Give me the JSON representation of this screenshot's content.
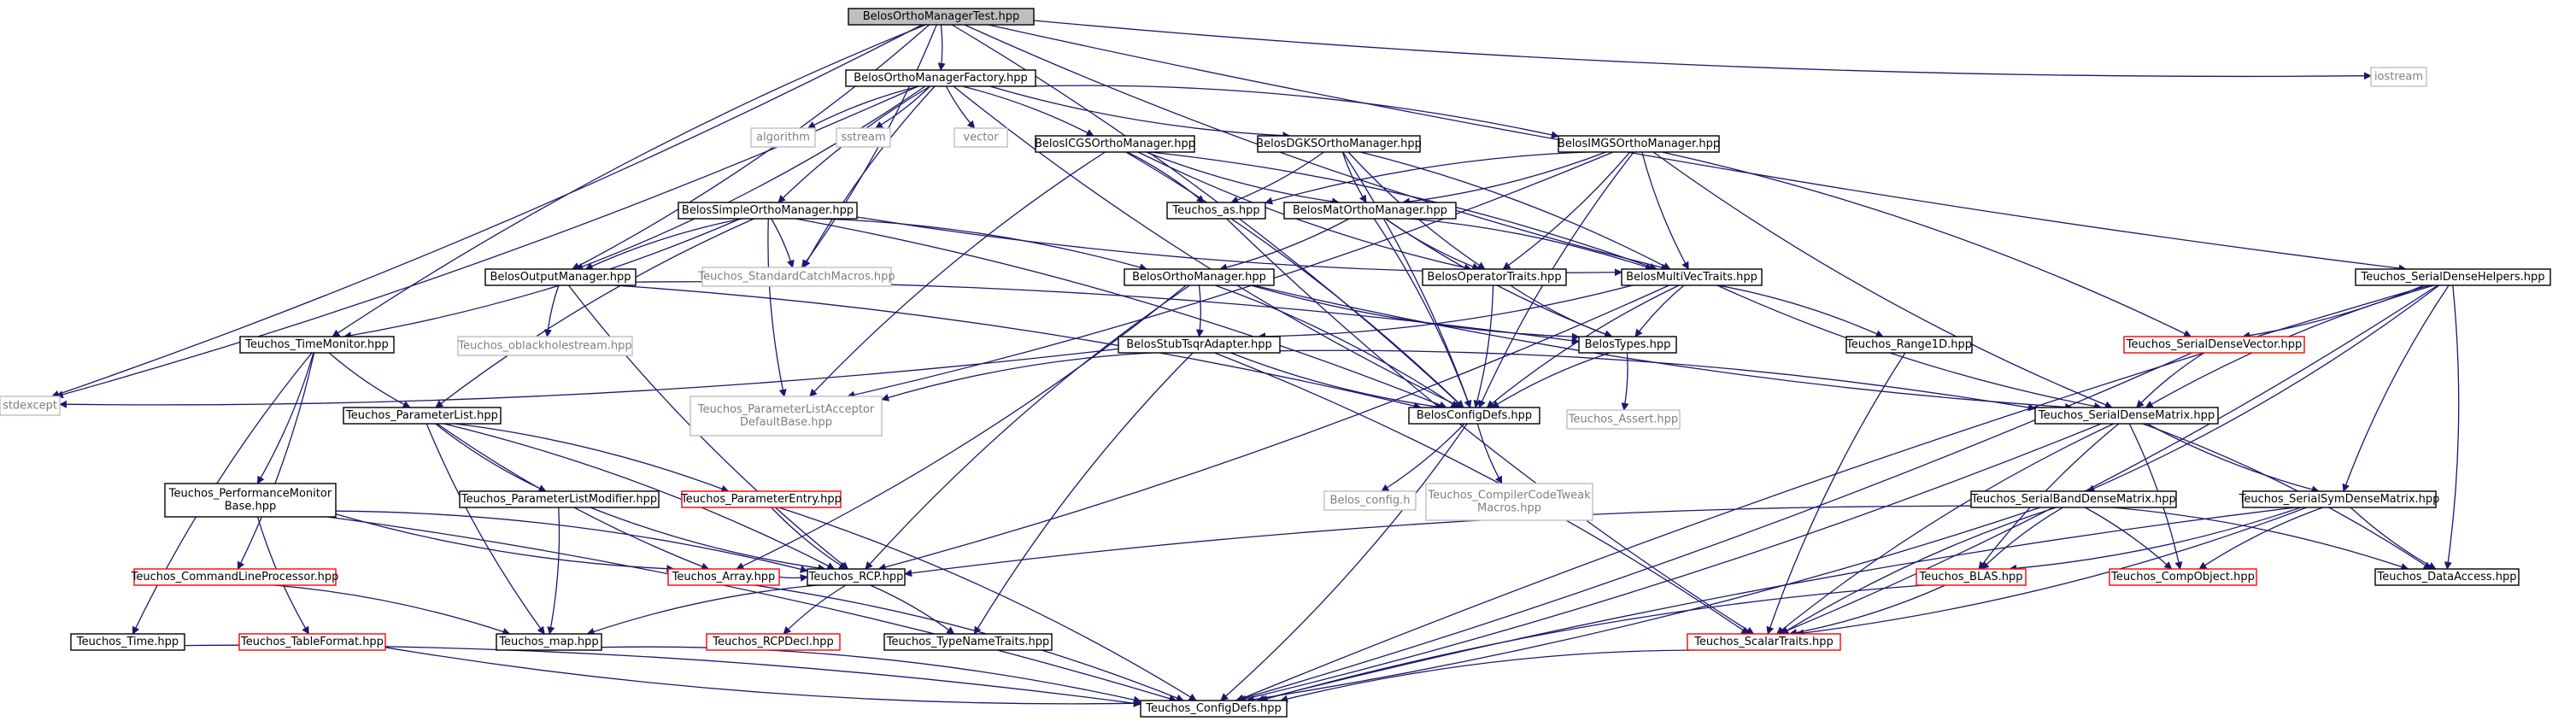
{
  "colors": {
    "edge": "#191970",
    "border_normal": "#000000",
    "border_missing": "#bfbfbf",
    "border_truncated": "#ff0000",
    "root_fill": "#bfbfbf",
    "text_normal": "#000000",
    "text_missing": "#7f7f7f"
  },
  "nodes": [
    {
      "id": "root",
      "label": "BelosOrthoManagerTest.hpp",
      "kind": "root"
    },
    {
      "id": "factory",
      "label": "BelosOrthoManagerFactory.hpp",
      "kind": "normal"
    },
    {
      "id": "iostream",
      "label": "iostream",
      "kind": "missing"
    },
    {
      "id": "algorithm",
      "label": "algorithm",
      "kind": "missing"
    },
    {
      "id": "sstream",
      "label": "sstream",
      "kind": "missing"
    },
    {
      "id": "vector",
      "label": "vector",
      "kind": "missing"
    },
    {
      "id": "icgs",
      "label": "BelosICGSOrthoManager.hpp",
      "kind": "normal"
    },
    {
      "id": "dgks",
      "label": "BelosDGKSOrthoManager.hpp",
      "kind": "normal"
    },
    {
      "id": "imgs",
      "label": "BelosIMGSOrthoManager.hpp",
      "kind": "normal"
    },
    {
      "id": "as",
      "label": "Teuchos_as.hpp",
      "kind": "normal"
    },
    {
      "id": "matortho",
      "label": "BelosMatOrthoManager.hpp",
      "kind": "normal"
    },
    {
      "id": "simple",
      "label": "BelosSimpleOrthoManager.hpp",
      "kind": "normal"
    },
    {
      "id": "output",
      "label": "BelosOutputManager.hpp",
      "kind": "normal"
    },
    {
      "id": "stdcatch",
      "label": "Teuchos_StandardCatchMacros.hpp",
      "kind": "missing"
    },
    {
      "id": "orthomgr",
      "label": "BelosOrthoManager.hpp",
      "kind": "normal"
    },
    {
      "id": "optraits",
      "label": "BelosOperatorTraits.hpp",
      "kind": "normal"
    },
    {
      "id": "mvtraits",
      "label": "BelosMultiVecTraits.hpp",
      "kind": "normal"
    },
    {
      "id": "timemon",
      "label": "Teuchos_TimeMonitor.hpp",
      "kind": "normal"
    },
    {
      "id": "oblack",
      "label": "Teuchos_oblackholestream.hpp",
      "kind": "missing"
    },
    {
      "id": "stubtsqr",
      "label": "BelosStubTsqrAdapter.hpp",
      "kind": "normal"
    },
    {
      "id": "types",
      "label": "BelosTypes.hpp",
      "kind": "normal"
    },
    {
      "id": "range1d",
      "label": "Teuchos_Range1D.hpp",
      "kind": "normal"
    },
    {
      "id": "sdhelpers",
      "label": "Teuchos_SerialDenseHelpers.hpp",
      "kind": "normal"
    },
    {
      "id": "sdvector",
      "label": "Teuchos_SerialDenseVector.hpp",
      "kind": "truncated"
    },
    {
      "id": "stdexcept",
      "label": "stdexcept",
      "kind": "missing"
    },
    {
      "id": "pl",
      "label": "Teuchos_ParameterList.hpp",
      "kind": "normal"
    },
    {
      "id": "placcept",
      "label": "Teuchos_ParameterListAcceptor DefaultBase.hpp",
      "kind": "missing"
    },
    {
      "id": "configdefs",
      "label": "BelosConfigDefs.hpp",
      "kind": "normal"
    },
    {
      "id": "tassert",
      "label": "Teuchos_Assert.hpp",
      "kind": "missing"
    },
    {
      "id": "sdmatrix",
      "label": "Teuchos_SerialDenseMatrix.hpp",
      "kind": "normal"
    },
    {
      "id": "perfmon",
      "label": "Teuchos_PerformanceMonitor Base.hpp",
      "kind": "normal"
    },
    {
      "id": "plmod",
      "label": "Teuchos_ParameterListModifier.hpp",
      "kind": "normal"
    },
    {
      "id": "pentry",
      "label": "Teuchos_ParameterEntry.hpp",
      "kind": "truncated"
    },
    {
      "id": "belosconfig",
      "label": "Belos_config.h",
      "kind": "missing"
    },
    {
      "id": "compilertweak",
      "label": "Teuchos_CompilerCodeTweak Macros.hpp",
      "kind": "missing"
    },
    {
      "id": "sbdm",
      "label": "Teuchos_SerialBandDenseMatrix.hpp",
      "kind": "normal"
    },
    {
      "id": "ssdm",
      "label": "Teuchos_SerialSymDenseMatrix.hpp",
      "kind": "normal"
    },
    {
      "id": "cmdline",
      "label": "Teuchos_CommandLineProcessor.hpp",
      "kind": "truncated"
    },
    {
      "id": "array",
      "label": "Teuchos_Array.hpp",
      "kind": "truncated"
    },
    {
      "id": "rcp",
      "label": "Teuchos_RCP.hpp",
      "kind": "normal"
    },
    {
      "id": "blas",
      "label": "Teuchos_BLAS.hpp",
      "kind": "truncated"
    },
    {
      "id": "compobj",
      "label": "Teuchos_CompObject.hpp",
      "kind": "truncated"
    },
    {
      "id": "dataaccess",
      "label": "Teuchos_DataAccess.hpp",
      "kind": "normal"
    },
    {
      "id": "map",
      "label": "Teuchos_map.hpp",
      "kind": "normal"
    },
    {
      "id": "rcpdecl",
      "label": "Teuchos_RCPDecl.hpp",
      "kind": "truncated"
    },
    {
      "id": "typename",
      "label": "Teuchos_TypeNameTraits.hpp",
      "kind": "normal"
    },
    {
      "id": "scalartraits",
      "label": "Teuchos_ScalarTraits.hpp",
      "kind": "truncated"
    },
    {
      "id": "time",
      "label": "Teuchos_Time.hpp",
      "kind": "normal"
    },
    {
      "id": "tableformat",
      "label": "Teuchos_TableFormat.hpp",
      "kind": "truncated"
    },
    {
      "id": "configdefs2",
      "label": "Teuchos_ConfigDefs.hpp",
      "kind": "normal"
    }
  ],
  "edges": [
    [
      "root",
      "factory"
    ],
    [
      "root",
      "iostream"
    ],
    [
      "root",
      "output"
    ],
    [
      "root",
      "timemon"
    ],
    [
      "root",
      "stdexcept"
    ],
    [
      "root",
      "mvtraits"
    ],
    [
      "root",
      "configdefs"
    ],
    [
      "root",
      "sdhelpers"
    ],
    [
      "root",
      "stdcatch"
    ],
    [
      "factory",
      "algorithm"
    ],
    [
      "factory",
      "sstream"
    ],
    [
      "factory",
      "vector"
    ],
    [
      "factory",
      "icgs"
    ],
    [
      "factory",
      "dgks"
    ],
    [
      "factory",
      "imgs"
    ],
    [
      "factory",
      "simple"
    ],
    [
      "factory",
      "output"
    ],
    [
      "factory",
      "stdcatch"
    ],
    [
      "factory",
      "stdexcept"
    ],
    [
      "factory",
      "configdefs"
    ],
    [
      "icgs",
      "as"
    ],
    [
      "icgs",
      "matortho"
    ],
    [
      "icgs",
      "mvtraits"
    ],
    [
      "icgs",
      "optraits"
    ],
    [
      "icgs",
      "configdefs"
    ],
    [
      "icgs",
      "placcept"
    ],
    [
      "dgks",
      "as"
    ],
    [
      "dgks",
      "matortho"
    ],
    [
      "dgks",
      "mvtraits"
    ],
    [
      "dgks",
      "optraits"
    ],
    [
      "dgks",
      "configdefs"
    ],
    [
      "imgs",
      "as"
    ],
    [
      "imgs",
      "matortho"
    ],
    [
      "imgs",
      "mvtraits"
    ],
    [
      "imgs",
      "optraits"
    ],
    [
      "imgs",
      "configdefs"
    ],
    [
      "imgs",
      "sdvector"
    ],
    [
      "imgs",
      "sdmatrix"
    ],
    [
      "imgs",
      "placcept"
    ],
    [
      "as",
      "scalartraits"
    ],
    [
      "matortho",
      "orthomgr"
    ],
    [
      "matortho",
      "optraits"
    ],
    [
      "matortho",
      "mvtraits"
    ],
    [
      "matortho",
      "types"
    ],
    [
      "matortho",
      "configdefs"
    ],
    [
      "simple",
      "output"
    ],
    [
      "simple",
      "timemon"
    ],
    [
      "simple",
      "pl"
    ],
    [
      "simple",
      "stdcatch"
    ],
    [
      "simple",
      "placcept"
    ],
    [
      "simple",
      "orthomgr"
    ],
    [
      "simple",
      "mvtraits"
    ],
    [
      "simple",
      "configdefs"
    ],
    [
      "output",
      "oblack"
    ],
    [
      "output",
      "types"
    ],
    [
      "output",
      "rcp"
    ],
    [
      "output",
      "configdefs"
    ],
    [
      "orthomgr",
      "types"
    ],
    [
      "orthomgr",
      "configdefs"
    ],
    [
      "orthomgr",
      "sdmatrix"
    ],
    [
      "orthomgr",
      "array"
    ],
    [
      "orthomgr",
      "rcp"
    ],
    [
      "orthomgr",
      "stubtsqr"
    ],
    [
      "optraits",
      "types"
    ],
    [
      "optraits",
      "configdefs"
    ],
    [
      "mvtraits",
      "types"
    ],
    [
      "mvtraits",
      "range1d"
    ],
    [
      "mvtraits",
      "sdmatrix"
    ],
    [
      "mvtraits",
      "stubtsqr"
    ],
    [
      "mvtraits",
      "configdefs"
    ],
    [
      "mvtraits",
      "rcp"
    ],
    [
      "timemon",
      "pl"
    ],
    [
      "timemon",
      "perfmon"
    ],
    [
      "timemon",
      "time"
    ],
    [
      "timemon",
      "cmdline"
    ],
    [
      "stubtsqr",
      "configdefs"
    ],
    [
      "stubtsqr",
      "sdmatrix"
    ],
    [
      "stubtsqr",
      "placcept"
    ],
    [
      "stubtsqr",
      "stdexcept"
    ],
    [
      "stubtsqr",
      "typename"
    ],
    [
      "stubtsqr",
      "scalartraits"
    ],
    [
      "types",
      "configdefs"
    ],
    [
      "types",
      "tassert"
    ],
    [
      "range1d",
      "scalartraits"
    ],
    [
      "sdhelpers",
      "sdvector"
    ],
    [
      "sdhelpers",
      "sdmatrix"
    ],
    [
      "sdhelpers",
      "sbdm"
    ],
    [
      "sdhelpers",
      "ssdm"
    ],
    [
      "sdhelpers",
      "dataaccess"
    ],
    [
      "sdhelpers",
      "configdefs2"
    ],
    [
      "sdhelpers",
      "scalartraits"
    ],
    [
      "sdvector",
      "sdmatrix"
    ],
    [
      "sdvector",
      "configdefs2"
    ],
    [
      "pl",
      "plmod"
    ],
    [
      "pl",
      "pentry"
    ],
    [
      "pl",
      "array"
    ],
    [
      "pl",
      "rcp"
    ],
    [
      "pl",
      "map"
    ],
    [
      "configdefs",
      "belosconfig"
    ],
    [
      "configdefs",
      "compilertweak"
    ],
    [
      "configdefs",
      "configdefs2"
    ],
    [
      "sdmatrix",
      "ssdm"
    ],
    [
      "sdmatrix",
      "compobj"
    ],
    [
      "sdmatrix",
      "blas"
    ],
    [
      "sdmatrix",
      "dataaccess"
    ],
    [
      "sdmatrix",
      "scalartraits"
    ],
    [
      "sdmatrix",
      "configdefs2"
    ],
    [
      "perfmon",
      "array"
    ],
    [
      "perfmon",
      "rcp"
    ],
    [
      "perfmon",
      "tableformat"
    ],
    [
      "perfmon",
      "configdefs2"
    ],
    [
      "plmod",
      "rcp"
    ],
    [
      "plmod",
      "map"
    ],
    [
      "pentry",
      "rcp"
    ],
    [
      "pentry",
      "configdefs2"
    ],
    [
      "sbdm",
      "rcp"
    ],
    [
      "sbdm",
      "compobj"
    ],
    [
      "sbdm",
      "blas"
    ],
    [
      "sbdm",
      "dataaccess"
    ],
    [
      "sbdm",
      "scalartraits"
    ],
    [
      "sbdm",
      "configdefs2"
    ],
    [
      "ssdm",
      "compobj"
    ],
    [
      "ssdm",
      "blas"
    ],
    [
      "ssdm",
      "dataaccess"
    ],
    [
      "ssdm",
      "scalartraits"
    ],
    [
      "ssdm",
      "configdefs2"
    ],
    [
      "cmdline",
      "map"
    ],
    [
      "array",
      "rcp"
    ],
    [
      "array",
      "configdefs2"
    ],
    [
      "rcp",
      "rcpdecl"
    ],
    [
      "rcp",
      "typename"
    ],
    [
      "rcp",
      "map"
    ],
    [
      "blas",
      "scalartraits"
    ],
    [
      "blas",
      "configdefs2"
    ],
    [
      "map",
      "configdefs2"
    ],
    [
      "scalartraits",
      "configdefs2"
    ],
    [
      "time",
      "configdefs2"
    ],
    [
      "tableformat",
      "configdefs2"
    ]
  ]
}
